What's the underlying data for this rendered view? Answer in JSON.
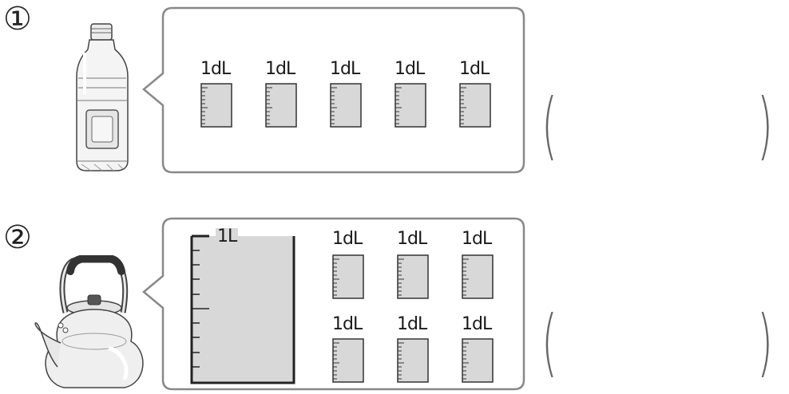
{
  "problems": [
    {
      "number": "①",
      "item": "bottle-icon",
      "cups": [
        {
          "label": "1dL",
          "fill": 1
        },
        {
          "label": "1dL",
          "fill": 1
        },
        {
          "label": "1dL",
          "fill": 1
        },
        {
          "label": "1dL",
          "fill": 1
        },
        {
          "label": "1dL",
          "fill": 1
        }
      ],
      "answer": {
        "open": "(",
        "close": ")",
        "value": ""
      }
    },
    {
      "number": "②",
      "item": "kettle-icon",
      "liter_container": {
        "label": "1L",
        "fill": 1
      },
      "cups": [
        {
          "label": "1dL",
          "fill": 1
        },
        {
          "label": "1dL",
          "fill": 1
        },
        {
          "label": "1dL",
          "fill": 1
        },
        {
          "label": "1dL",
          "fill": 1
        },
        {
          "label": "1dL",
          "fill": 1
        },
        {
          "label": "1dL",
          "fill": 1
        }
      ],
      "answer": {
        "open": "(",
        "close": ")",
        "value": ""
      }
    }
  ],
  "colors": {
    "fill": "#d8d8d8",
    "bubble_border": "#888888",
    "paren": "#666666"
  }
}
